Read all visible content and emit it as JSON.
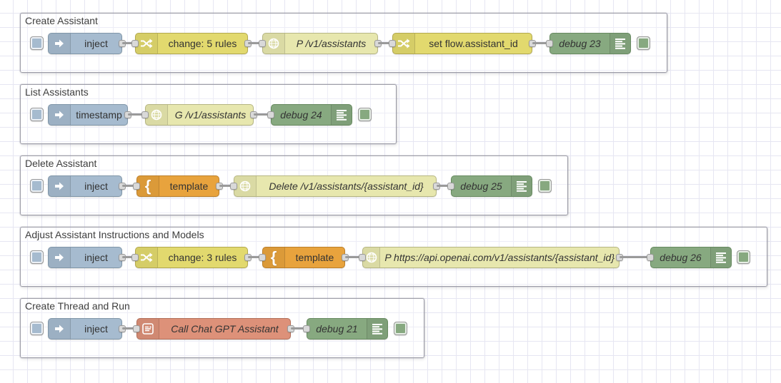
{
  "app": "Node-RED flow editor canvas",
  "colors": {
    "inject_node": "#a6bbcf",
    "change_node": "#e2d96e",
    "http_request_node": "#e7e7ae",
    "template_node": "#e8a33d",
    "debug_node": "#87a980",
    "openai_assistant_node": "#dd9179",
    "wire": "#9a9a9a",
    "port": "#d9d9d9",
    "grid_line": "#e6e6f2",
    "group_border": "#9d9da8"
  },
  "groups": [
    {
      "title": "Create Assistant",
      "nodes": [
        {
          "type": "inject",
          "icon": "arrow-in-icon",
          "label": "inject"
        },
        {
          "type": "change",
          "icon": "shuffle-icon",
          "label": "change: 5 rules"
        },
        {
          "type": "http-request",
          "icon": "globe-icon",
          "label": "P /v1/assistants"
        },
        {
          "type": "change",
          "icon": "shuffle-icon",
          "label": "set flow.assistant_id"
        },
        {
          "type": "debug",
          "icon": "debug-sidebar-icon",
          "label": "debug 23"
        }
      ]
    },
    {
      "title": "List Assistants",
      "nodes": [
        {
          "type": "inject",
          "icon": "arrow-in-icon",
          "label": "timestamp"
        },
        {
          "type": "http-request",
          "icon": "globe-icon",
          "label": "G /v1/assistants"
        },
        {
          "type": "debug",
          "icon": "debug-sidebar-icon",
          "label": "debug 24"
        }
      ]
    },
    {
      "title": "Delete Assistant",
      "nodes": [
        {
          "type": "inject",
          "icon": "arrow-in-icon",
          "label": "inject"
        },
        {
          "type": "template",
          "icon": "curly-brace-icon",
          "label": "template"
        },
        {
          "type": "http-request",
          "icon": "globe-icon",
          "label": "Delete /v1/assistants/{assistant_id}"
        },
        {
          "type": "debug",
          "icon": "debug-sidebar-icon",
          "label": "debug 25"
        }
      ]
    },
    {
      "title": "Adjust Assistant Instructions and Models",
      "nodes": [
        {
          "type": "inject",
          "icon": "arrow-in-icon",
          "label": "inject"
        },
        {
          "type": "change",
          "icon": "shuffle-icon",
          "label": "change: 3 rules"
        },
        {
          "type": "template",
          "icon": "curly-brace-icon",
          "label": "template"
        },
        {
          "type": "http-request",
          "icon": "globe-icon",
          "label": "P https://api.openai.com/v1/assistants/{assistant_id}"
        },
        {
          "type": "debug",
          "icon": "debug-sidebar-icon",
          "label": "debug 26"
        }
      ]
    },
    {
      "title": "Create Thread and Run",
      "nodes": [
        {
          "type": "inject",
          "icon": "arrow-in-icon",
          "label": "inject"
        },
        {
          "type": "openai-assistant",
          "icon": "assistant-form-icon",
          "label": "Call Chat GPT Assistant"
        },
        {
          "type": "debug",
          "icon": "debug-sidebar-icon",
          "label": "debug 21"
        }
      ]
    }
  ]
}
